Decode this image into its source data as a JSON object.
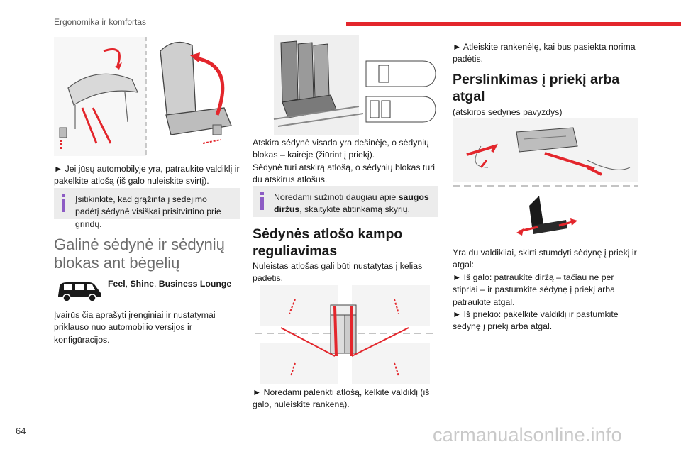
{
  "header": {
    "section_title": "Ergonomika ir komfortas",
    "page_number": "64",
    "watermark": "carmanualsonline.info"
  },
  "col1": {
    "para1": "► Jei jūsų automobilyje yra, patraukite valdiklį ir pakelkite atlošą (iš galo nuleiskite svirtį).",
    "info1": "Įsitikinkite, kad grąžinta į sėdėjimo padėtį sėdynė visiškai prisitvirtino prie grindų.",
    "heading": "Galinė sėdynė ir sėdynių blokas ant bėgelių",
    "versions": [
      {
        "name": "Feel",
        "sep": ", "
      },
      {
        "name": "Shine",
        "sep": ", "
      },
      {
        "name": "Business Lounge",
        "sep": ""
      }
    ],
    "para2": "Įvairūs čia aprašyti įrenginiai ir nustatymai priklauso nuo automobilio versijos ir konfigūracijos."
  },
  "col2": {
    "para1": "Atskira sėdynė visada yra dešinėje, o sėdynių blokas – kairėje (žiūrint į priekį).",
    "para2": "Sėdynė turi atskirą atlošą, o sėdynių blokas turi du atskirus atlošus.",
    "info_pre": "Norėdami sužinoti daugiau apie ",
    "info_bold": "saugos diržus",
    "info_post": ", skaitykite atitinkamą skyrių.",
    "heading": "Sėdynės atlošo kampo reguliavimas",
    "para3": "Nuleistas atlošas gali būti nustatytas į kelias padėtis.",
    "para4": "► Norėdami palenkti atlošą, kelkite valdiklį (iš galo, nuleiskite rankeną)."
  },
  "col3": {
    "para1": "► Atleiskite rankenėlę, kai bus pasiekta norima padėtis.",
    "heading": "Perslinkimas į priekį arba atgal",
    "subnote": "(atskiros sėdynės pavyzdys)",
    "para2": "Yra du valdikliai, skirti stumdyti sėdynę į priekį ir atgal:",
    "para3": "► Iš galo: patraukite diržą – tačiau ne per stipriai – ir pastumkite sėdynę į priekį arba patraukite atgal.",
    "para4": "► Iš priekio: pakelkite valdiklį ir pastumkite sėdynę į priekį arba atgal."
  },
  "colors": {
    "accent_red": "#e3262c",
    "info_purple": "#8d5cc4",
    "info_bg": "#ececec"
  }
}
